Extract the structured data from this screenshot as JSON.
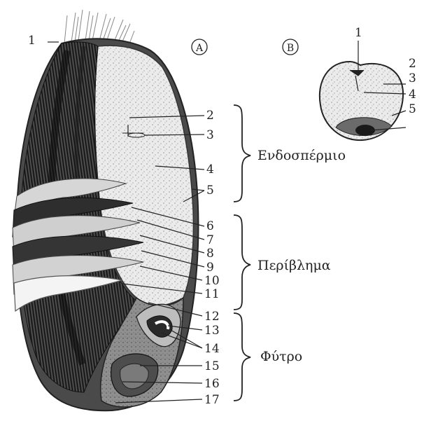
{
  "panel_a": {
    "marker": "A"
  },
  "panel_b": {
    "marker": "B",
    "labels": [
      "1",
      "2",
      "3",
      "4",
      "5"
    ]
  },
  "top_label": "1",
  "numbers": [
    "2",
    "3",
    "4",
    "5",
    "6",
    "7",
    "8",
    "9",
    "10",
    "11",
    "12",
    "13",
    "14",
    "15",
    "16",
    "17"
  ],
  "sections": {
    "endosperm": "Ενδοσπέρμιο",
    "pericarp": "Περίβλημα",
    "germ": "Φύτρο"
  }
}
